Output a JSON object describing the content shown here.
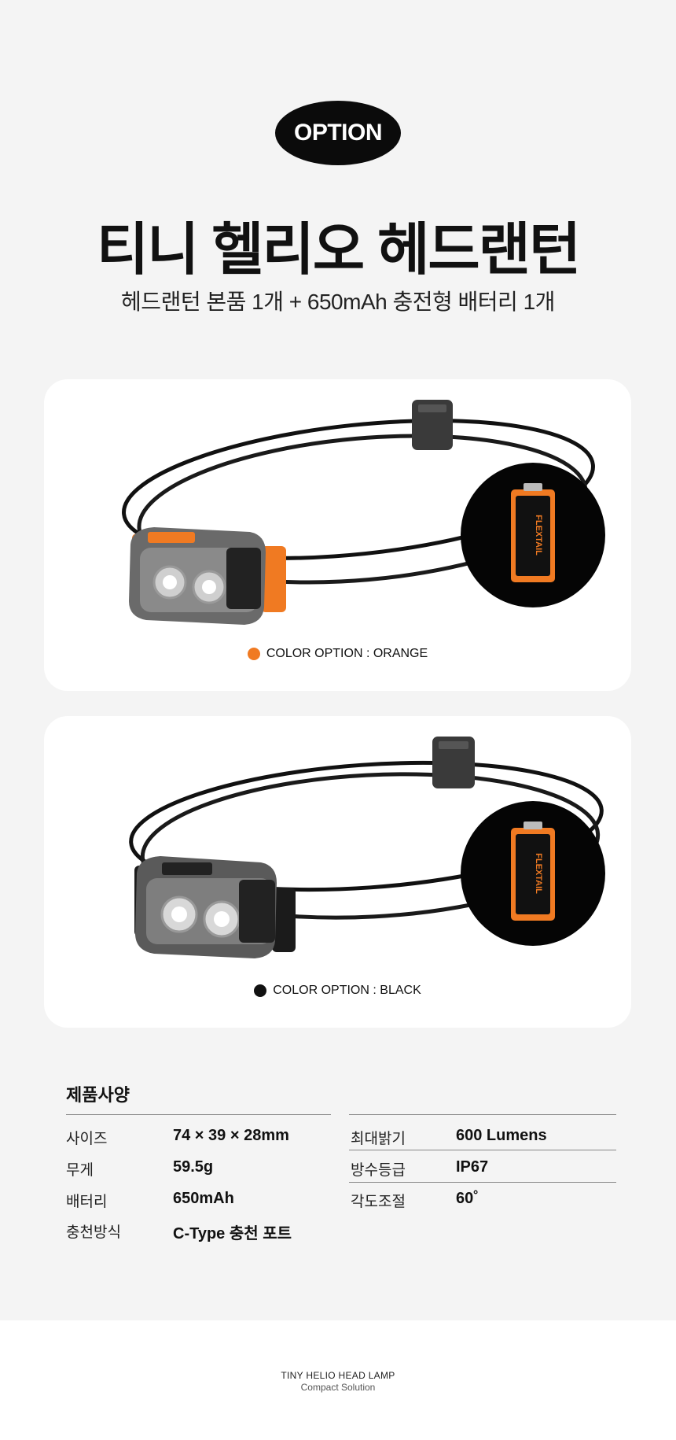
{
  "header": {
    "badge": "OPTION",
    "title": "티니 헬리오 헤드랜턴",
    "subtitle": "헤드랜턴 본품 1개 + 650mAh 충전형 배터리 1개"
  },
  "options": [
    {
      "caption": "COLOR OPTION : ORANGE",
      "color": "#f07a22"
    },
    {
      "caption": "COLOR OPTION : BLACK",
      "color": "#111111"
    }
  ],
  "battery_brand": "FLEXTAIL",
  "specs": {
    "title": "제품사양",
    "left": [
      {
        "label": "사이즈",
        "value": "74 × 39 × 28mm"
      },
      {
        "label": "무게",
        "value": "59.5g"
      },
      {
        "label": "배터리",
        "value": "650mAh"
      },
      {
        "label": "충천방식",
        "value": "C-Type 충천 포트"
      }
    ],
    "right": [
      {
        "label": "최대밝기",
        "value": "600 Lumens"
      },
      {
        "label": "방수등급",
        "value": "IP67"
      },
      {
        "label": "각도조절",
        "value": "60˚"
      }
    ]
  },
  "footer": {
    "line1": "TINY HELIO HEAD LAMP",
    "line2": "Compact Solution"
  }
}
